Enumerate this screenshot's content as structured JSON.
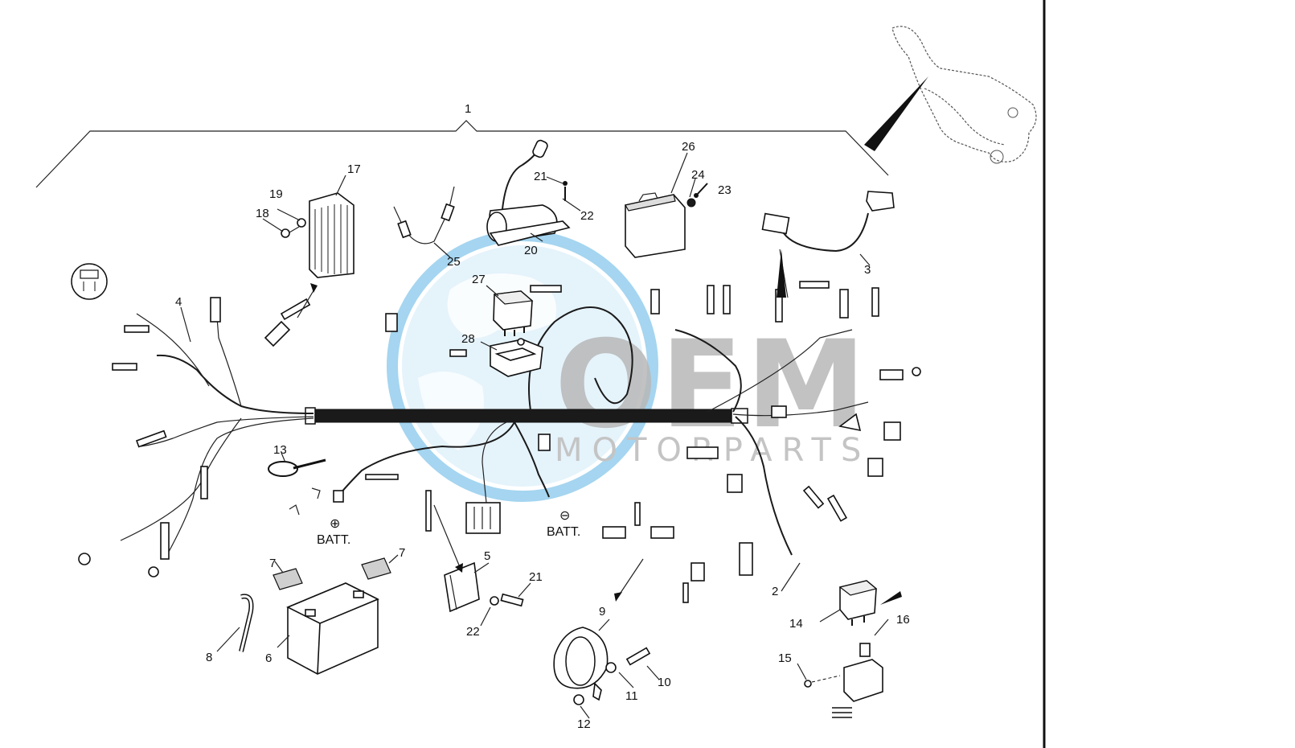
{
  "diagram": {
    "callouts": [
      {
        "id": "1",
        "text": "1"
      },
      {
        "id": "2",
        "text": "2"
      },
      {
        "id": "3",
        "text": "3"
      },
      {
        "id": "4",
        "text": "4"
      },
      {
        "id": "5",
        "text": "5"
      },
      {
        "id": "6",
        "text": "6"
      },
      {
        "id": "7a",
        "text": "7"
      },
      {
        "id": "7b",
        "text": "7"
      },
      {
        "id": "8",
        "text": "8"
      },
      {
        "id": "9",
        "text": "9"
      },
      {
        "id": "10",
        "text": "10"
      },
      {
        "id": "11",
        "text": "11"
      },
      {
        "id": "12",
        "text": "12"
      },
      {
        "id": "13",
        "text": "13"
      },
      {
        "id": "14",
        "text": "14"
      },
      {
        "id": "15",
        "text": "15"
      },
      {
        "id": "16",
        "text": "16"
      },
      {
        "id": "17",
        "text": "17"
      },
      {
        "id": "18",
        "text": "18"
      },
      {
        "id": "19",
        "text": "19"
      },
      {
        "id": "20",
        "text": "20"
      },
      {
        "id": "21a",
        "text": "21"
      },
      {
        "id": "21b",
        "text": "21"
      },
      {
        "id": "22a",
        "text": "22"
      },
      {
        "id": "22b",
        "text": "22"
      },
      {
        "id": "23",
        "text": "23"
      },
      {
        "id": "24",
        "text": "24"
      },
      {
        "id": "25",
        "text": "25"
      },
      {
        "id": "26",
        "text": "26"
      },
      {
        "id": "27",
        "text": "27"
      },
      {
        "id": "28",
        "text": "28"
      }
    ],
    "battery_positive": {
      "symbol": "⊕",
      "text": "BATT."
    },
    "battery_negative": {
      "symbol": "⊖",
      "text": "BATT."
    }
  },
  "watermark": {
    "brand": "OEM",
    "sub": "MOTORPARTS",
    "globe_color": "#7fc4ea",
    "globe_light": "#cfe9f8"
  }
}
